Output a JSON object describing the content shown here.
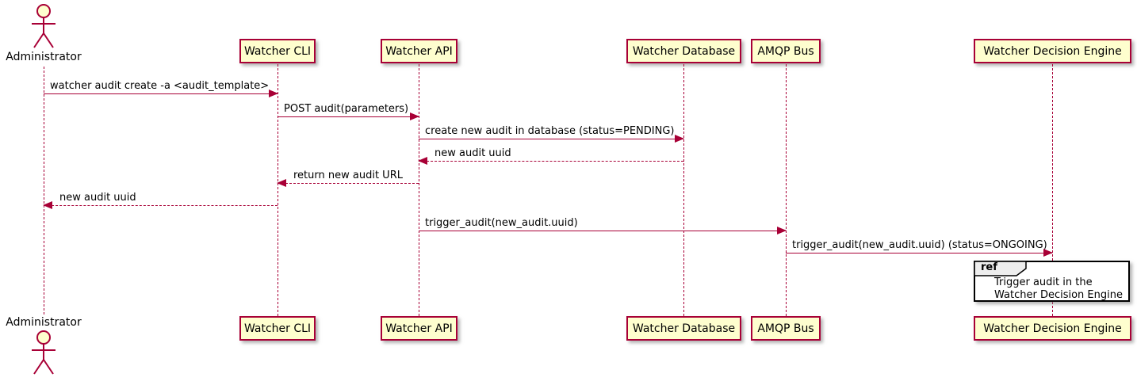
{
  "diagram": {
    "type": "uml-sequence-diagram",
    "actor": {
      "label": "Administrator"
    },
    "participants": [
      {
        "label": "Watcher CLI"
      },
      {
        "label": "Watcher API"
      },
      {
        "label": "Watcher Database"
      },
      {
        "label": "AMQP Bus"
      },
      {
        "label": "Watcher Decision Engine"
      }
    ],
    "messages": [
      {
        "from": "Administrator",
        "to": "Watcher CLI",
        "text": "watcher audit create -a <audit_template>",
        "line": "solid"
      },
      {
        "from": "Watcher CLI",
        "to": "Watcher API",
        "text": "POST audit(parameters)",
        "line": "solid"
      },
      {
        "from": "Watcher API",
        "to": "Watcher Database",
        "text": "create new audit in database (status=PENDING)",
        "line": "solid"
      },
      {
        "from": "Watcher Database",
        "to": "Watcher API",
        "text": "new audit uuid",
        "line": "dashed"
      },
      {
        "from": "Watcher API",
        "to": "Watcher CLI",
        "text": "return new audit URL",
        "line": "dashed"
      },
      {
        "from": "Watcher CLI",
        "to": "Administrator",
        "text": "new audit uuid",
        "line": "dashed"
      },
      {
        "from": "Watcher API",
        "to": "AMQP Bus",
        "text": "trigger_audit(new_audit.uuid)",
        "line": "solid"
      },
      {
        "from": "AMQP Bus",
        "to": "Watcher Decision Engine",
        "text": "trigger_audit(new_audit.uuid) (status=ONGOING)",
        "line": "solid"
      }
    ],
    "ref": {
      "keyword": "ref",
      "line1": "Trigger audit in the",
      "line2": "Watcher Decision Engine"
    },
    "colors": {
      "participant_fill": "#FEFECE",
      "participant_border": "#A80036",
      "message_line": "#A80036",
      "lifeline": "#A80036",
      "text": "#000000",
      "ref_border": "#000000",
      "ref_tab_fill": "#EEEEEE",
      "background": "#FFFFFF"
    }
  }
}
